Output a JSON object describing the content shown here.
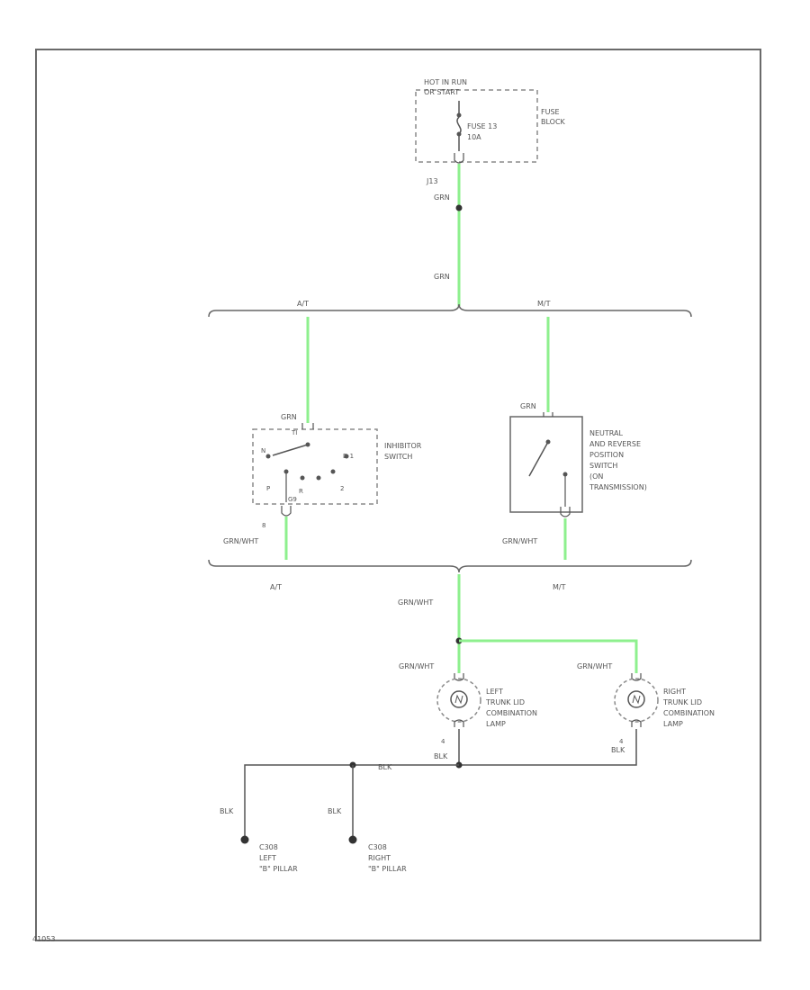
{
  "colors": {
    "wire_green": "#8ef08e",
    "line": "#555555",
    "frame": "#6a6a6a",
    "dashed": "#8a8a8a",
    "text": "#555555"
  },
  "fuse_block": {
    "hot_label_1": "HOT IN RUN",
    "hot_label_2": "OR START",
    "fuse_label_1": "FUSE 13",
    "fuse_label_2": "10A",
    "block_label_1": "FUSE",
    "block_label_2": "BLOCK",
    "terminal": "J13"
  },
  "wires": {
    "grn_upper": "GRN",
    "grn_lower": "GRN",
    "grn_at": "GRN",
    "grn_mt": "GRN",
    "grn_wht_at": "GRN/WHT",
    "grn_wht_mt": "GRN/WHT",
    "grn_wht_main": "GRN/WHT",
    "grn_wht_left": "GRN/WHT",
    "grn_wht_right": "GRN/WHT",
    "blk_main": "BLK",
    "blk_left_lamp": "BLK",
    "blk_right_lamp": "BLK",
    "blk_ground_left": "BLK",
    "blk_ground_right": "BLK"
  },
  "options": {
    "at_top": "A/T",
    "mt_top": "M/T",
    "at_bottom": "A/T",
    "mt_bottom": "M/T"
  },
  "inhibitor_switch": {
    "label_1": "INHIBITOR",
    "label_2": "SWITCH",
    "pos_n": "N",
    "pos_p": "P",
    "pos_r": "R",
    "pos_d": "D",
    "pos_2": "2",
    "pos_1": "1",
    "pos_d1": "D 1",
    "pin_top": "TI",
    "pin_bottom": "G9",
    "pin_num": "8"
  },
  "neutral_switch": {
    "label_1": "NEUTRAL",
    "label_2": "AND REVERSE",
    "label_3": "POSITION",
    "label_4": "SWITCH",
    "label_5": "(ON",
    "label_6": "TRANSMISSION)"
  },
  "left_lamp": {
    "label_1": "LEFT",
    "label_2": "TRUNK LID",
    "label_3": "COMBINATION",
    "label_4": "LAMP",
    "pin": "4"
  },
  "right_lamp": {
    "label_1": "RIGHT",
    "label_2": "TRUNK LID",
    "label_3": "COMBINATION",
    "label_4": "LAMP",
    "pin": "4"
  },
  "grounds": {
    "left_1": "C308",
    "left_2": "LEFT",
    "left_3": "\"B\" PILLAR",
    "right_1": "C308",
    "right_2": "RIGHT",
    "right_3": "\"B\" PILLAR"
  },
  "footer": {
    "code": "41053"
  }
}
